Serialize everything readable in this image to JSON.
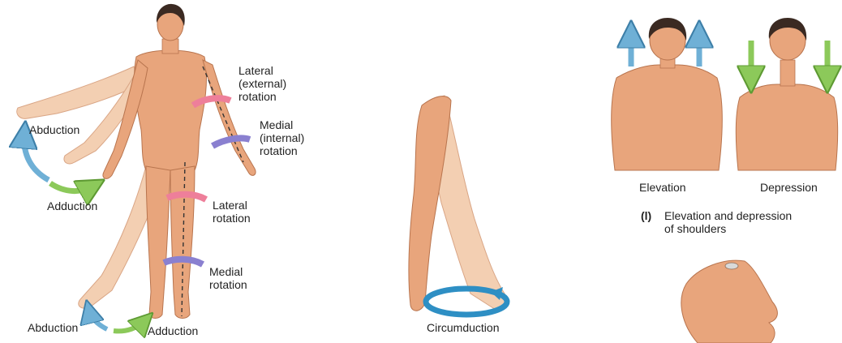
{
  "colors": {
    "skin": "#e8a57c",
    "skin_shadow": "#c9825a",
    "skin_light": "#f3cfb2",
    "hair": "#3b2a22",
    "arrow_blue": "#6fb0d6",
    "arrow_green": "#8cc95a",
    "arrow_pink": "#ee7f9a",
    "arrow_purple": "#8a80d0",
    "circ_blue": "#2e8fc4"
  },
  "panel_left": {
    "abduction_arm": "Abduction",
    "adduction_arm": "Adduction",
    "lateral_rotation_arm": "Lateral\n(external)\nrotation",
    "medial_rotation_arm": "Medial\n(internal)\nrotation",
    "lateral_rotation_leg": "Lateral\nrotation",
    "medial_rotation_leg": "Medial\nrotation",
    "abduction_leg": "Abduction",
    "adduction_leg": "Adduction"
  },
  "panel_middle": {
    "circumduction": "Circumduction"
  },
  "panel_right": {
    "elevation": "Elevation",
    "depression": "Depression",
    "caption_letter": "(l)",
    "caption_text": "Elevation and depression\nof shoulders"
  }
}
